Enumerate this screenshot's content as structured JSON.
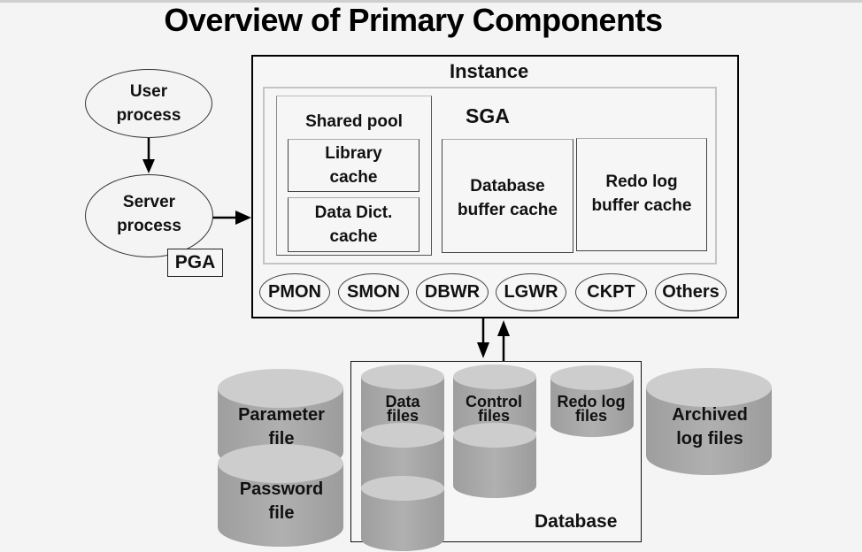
{
  "title": "Overview of Primary Components",
  "processes": {
    "user": [
      "User",
      "process"
    ],
    "server": [
      "Server",
      "process"
    ],
    "pga": "PGA"
  },
  "instance": {
    "label": "Instance",
    "sga": {
      "label": "SGA",
      "shared_pool": {
        "label": "Shared pool",
        "library_cache": [
          "Library",
          "cache"
        ],
        "data_dict_cache": [
          "Data Dict.",
          "cache"
        ]
      },
      "db_buffer_cache": [
        "Database",
        "buffer cache"
      ],
      "redo_log_buffer": [
        "Redo log",
        "buffer cache"
      ]
    },
    "background_processes": [
      "PMON",
      "SMON",
      "DBWR",
      "LGWR",
      "CKPT",
      "Others"
    ]
  },
  "database": {
    "label": "Database",
    "data_files": [
      "Data",
      "files"
    ],
    "control_files": [
      "Control",
      "files"
    ],
    "redo_log_files": [
      "Redo log",
      "files"
    ]
  },
  "external_files": {
    "parameter_file": [
      "Parameter",
      "file"
    ],
    "password_file": [
      "Password",
      "file"
    ],
    "archived_log_files": [
      "Archived",
      "log files"
    ]
  },
  "colors": {
    "cylinder_top": "#cdcdcd",
    "cylinder_side": "#a9a9a9",
    "background": "#f4f4f4"
  }
}
